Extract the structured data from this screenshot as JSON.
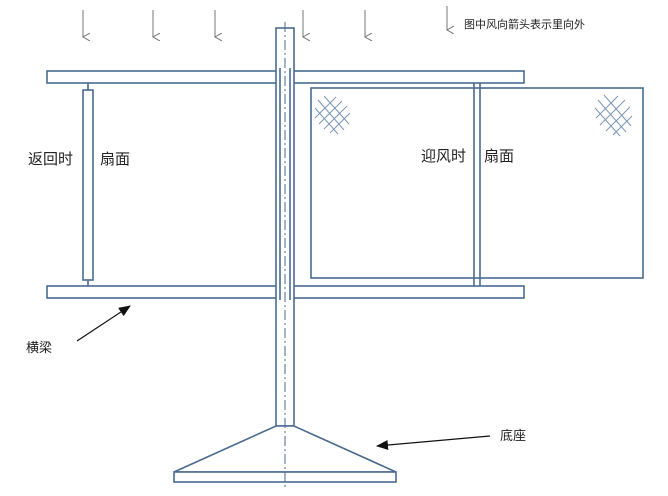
{
  "legend": {
    "text": "图中风向箭头表示里向外"
  },
  "labels": {
    "return_fan_a": "返回时",
    "return_fan_b": "扇面",
    "windward_fan_a": "迎风时",
    "windward_fan_b": "扇面",
    "crossbeam": "横梁",
    "base": "底座"
  },
  "colors": {
    "structure": "#4a6a92",
    "fill": "#ffffff",
    "hatch": "#7a96b6",
    "arrow": "#777777",
    "pointer": "#111111",
    "text": "#222222"
  }
}
